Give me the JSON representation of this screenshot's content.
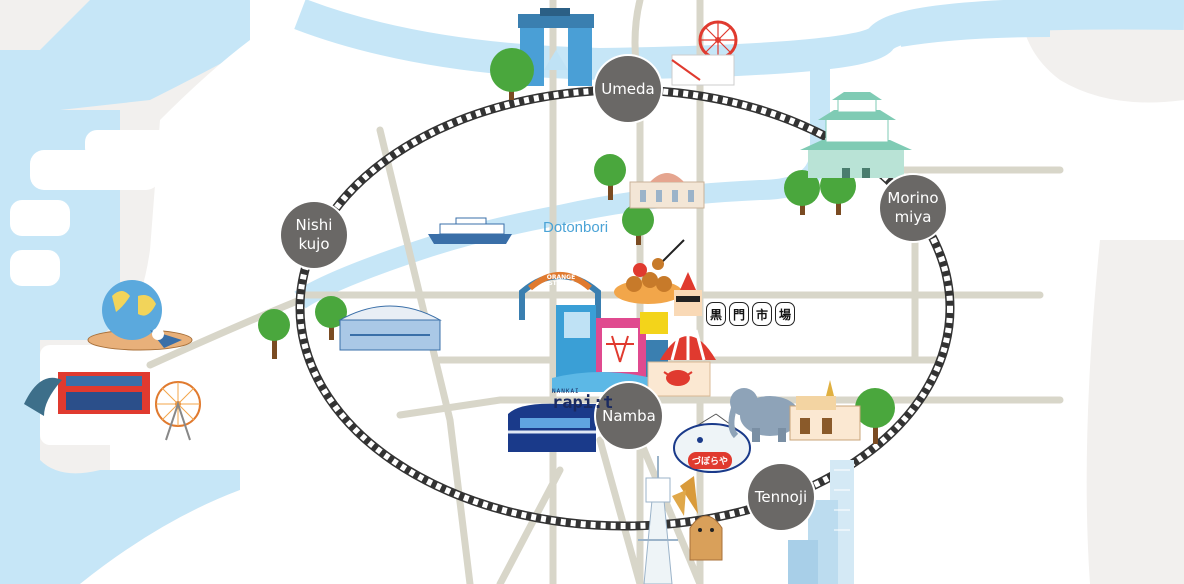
{
  "map": {
    "stations": [
      {
        "id": "umeda",
        "label": "Umeda"
      },
      {
        "id": "nishikujo",
        "label": "Nishi\nkujo"
      },
      {
        "id": "morinomiya",
        "label": "Morino\nmiya"
      },
      {
        "id": "namba",
        "label": "Namba"
      },
      {
        "id": "tennoji",
        "label": "Tennoji"
      }
    ],
    "river_label": "Dotonbori",
    "rapit": {
      "brand": "NANKAI",
      "name": "rapi:t"
    },
    "kuromon_chars": [
      "黒",
      "門",
      "市",
      "場"
    ],
    "fugu_sign": "づぼらや",
    "orange_street": "ORANGE\nSTREET",
    "colors": {
      "water": "#c6e6f7",
      "land": "#ffffff",
      "street": "#d8d6c9",
      "station": "#6a6866",
      "river_label": "#4aa3d6"
    }
  }
}
